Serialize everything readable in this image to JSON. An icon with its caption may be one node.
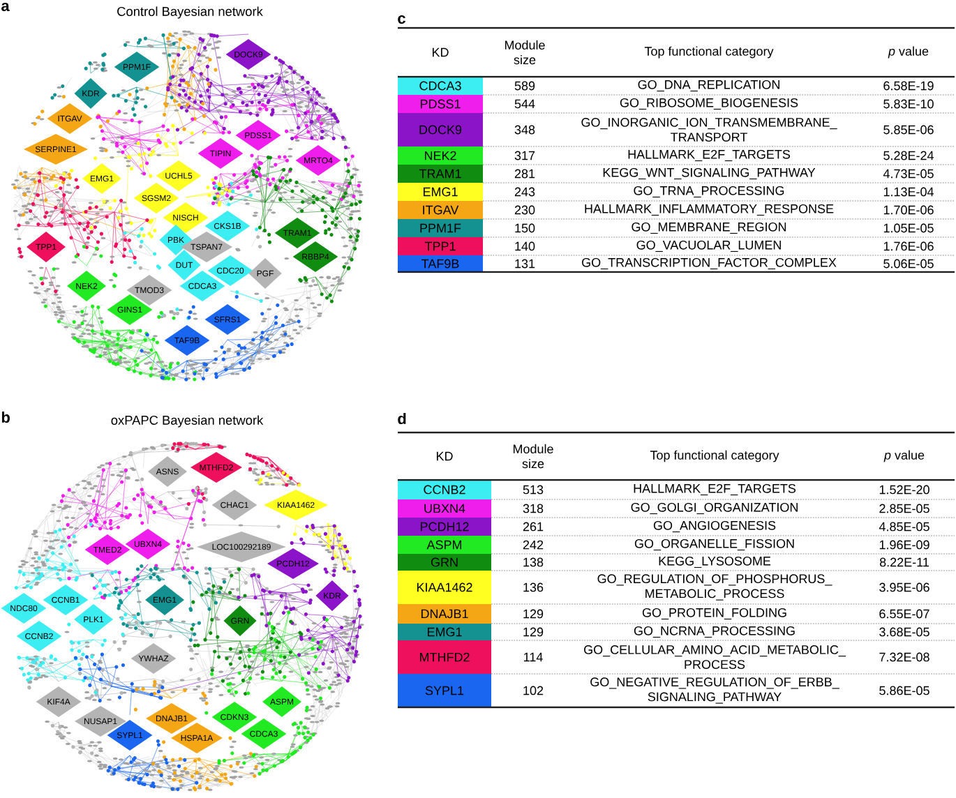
{
  "diagram": {
    "nodes": [
      {
        "text": [
          "KDR"
        ]
      },
      {
        "text": [
          "PPM1F"
        ]
      },
      {
        "text": [
          "DOCK9"
        ]
      },
      {
        "text": [
          "ITGAV"
        ]
      },
      {
        "text": [
          "SERPINE1"
        ]
      },
      {
        "text": [
          "TIPIN"
        ]
      },
      {
        "text": [
          "PDSS1"
        ]
      },
      {
        "text": [
          "MRTO4"
        ]
      },
      {
        "text": [
          "EMG1"
        ]
      },
      {
        "text": [
          "UCHL5"
        ]
      },
      {
        "text": [
          "SGSM2"
        ]
      },
      {
        "text": [
          "NISCH"
        ]
      },
      {
        "text": [
          "TPP1"
        ]
      },
      {
        "text": [
          "PBK"
        ]
      },
      {
        "text": [
          "CKS1B"
        ]
      },
      {
        "text": [
          "TSPAN7"
        ]
      },
      {
        "text": [
          "TRAM1"
        ]
      },
      {
        "text": [
          "RBBP4"
        ]
      },
      {
        "text": [
          "DUT"
        ]
      },
      {
        "text": [
          "CDC20"
        ]
      },
      {
        "text": [
          "PGF"
        ]
      },
      {
        "text": [
          "NEK2"
        ]
      },
      {
        "text": [
          "TMOD3"
        ]
      },
      {
        "text": [
          "CDCA3"
        ]
      },
      {
        "text": [
          "GINS1"
        ]
      },
      {
        "text": [
          "SFRS1"
        ]
      },
      {
        "text": [
          "TAF9B"
        ]
      },
      {
        "text": [
          "MTHFD2"
        ]
      },
      {
        "text": [
          "ASNS"
        ]
      },
      {
        "text": [
          "CHAC1"
        ]
      },
      {
        "text": [
          "KIAA1462"
        ]
      },
      {
        "text": [
          "TMED2"
        ]
      },
      {
        "text": [
          "UBXN4"
        ]
      },
      {
        "text": [
          "LOC100292189"
        ]
      },
      {
        "text": [
          "PCDH12"
        ]
      },
      {
        "text": [
          "CCNB1"
        ]
      },
      {
        "text": [
          "EMG1"
        ]
      },
      {
        "text": [
          "KDR"
        ]
      },
      {
        "text": [
          "NDC80"
        ]
      },
      {
        "text": [
          "GRN"
        ]
      },
      {
        "text": [
          "PLK1"
        ]
      },
      {
        "text": [
          "CCNB2"
        ]
      },
      {
        "text": [
          "YWHAZ"
        ]
      },
      {
        "text": [
          "ASPM"
        ]
      },
      {
        "text": [
          "KIF4A"
        ]
      },
      {
        "text": [
          "CDKN3"
        ]
      },
      {
        "text": [
          "DNAJB1"
        ]
      },
      {
        "text": [
          "NUSAP1"
        ]
      },
      {
        "text": [
          "HSPA1A"
        ]
      },
      {
        "text": [
          "SYPL1"
        ]
      },
      {
        "text": [
          "CDCA3"
        ]
      }
    ],
    "labels": [
      "a",
      "Control Bayesian network",
      "c",
      "KD",
      "Module size",
      "Top functional category",
      "*p* value",
      "CDCA3",
      "589",
      "GO_DNA_REPLICATION",
      "6.58E-19",
      "PDSS1",
      "544",
      "GO_RIBOSOME_BIOGENESIS",
      "5.83E-10",
      "DOCK9",
      "348",
      "GO_INORGANIC_ION_TRANSMEMBRANE_ TRANSPORT",
      "5.85E-06",
      "NEK2",
      "317",
      "HALLMARK_E2F_TARGETS",
      "5.28E-24",
      "TRAM1",
      "281",
      "KEGG_WNT_SIGNALING_PATHWAY",
      "4.73E-05",
      "EMG1",
      "243",
      "GO_TRNA_PROCESSING",
      "1.13E-04",
      "ITGAV",
      "230",
      "HALLMARK_INFLAMMATORY_RESPONSE",
      "1.70E-06",
      "PPM1F",
      "150",
      "GO_MEMBRANE_REGION",
      "1.05E-05",
      "TPP1",
      "140",
      "GO_VACUOLAR_LUMEN",
      "1.76E-06",
      "TAF9B",
      "131",
      "GO_TRANSCRIPTION_FACTOR_COMPLEX",
      "5.06E-05",
      "b",
      "oxPAPC Bayesian network",
      "d",
      "KD",
      "Module size",
      "Top functional category",
      "*p* value",
      "CCNB2",
      "513",
      "HALLMARK_E2F_TARGETS",
      "1.52E-20",
      "UBXN4",
      "318",
      "GO_GOLGI_ORGANIZATION",
      "2.85E-05",
      "PCDH12",
      "261",
      "GO_ANGIOGENESIS",
      "4.85E-05",
      "ASPM",
      "242",
      "GO_ORGANELLE_FISSION",
      "1.96E-09",
      "GRN",
      "138",
      "KEGG_LYSOSOME",
      "8.22E-11",
      "KIAA1462",
      "136",
      "GO_REGULATION_OF_PHOSPHORUS_ METABOLIC_PROCESS",
      "3.95E-06",
      "DNAJB1",
      "129",
      "GO_PROTEIN_FOLDING",
      "6.55E-07",
      "EMG1",
      "129",
      "GO_NCRNA_PROCESSING",
      "3.68E-05",
      "MTHFD2",
      "114",
      "GO_CELLULAR_AMINO_ACID_METABOLIC_ PROCESS",
      "7.32E-08",
      "SYPL1",
      "102",
      "GO_NEGATIVE_REGULATION_OF_ERBB_ SIGNALING_PATHWAY",
      "5.86E-05"
    ]
  }
}
